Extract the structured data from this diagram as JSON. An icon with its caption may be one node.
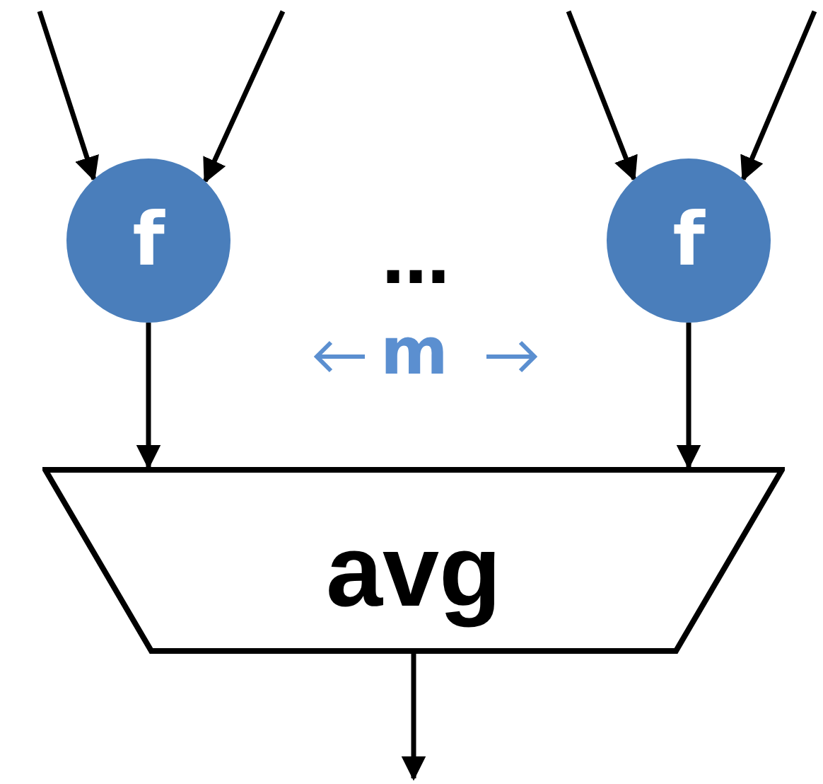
{
  "diagram": {
    "nodes": [
      {
        "text": [
          "f"
        ]
      },
      {
        "text": [
          "f"
        ]
      },
      {
        "text": [
          "avg"
        ]
      }
    ],
    "edges": [
      {
        "from": null,
        "to": 0,
        "arrow": "to"
      },
      {
        "from": null,
        "to": 0,
        "arrow": "to"
      },
      {
        "from": null,
        "to": 1,
        "arrow": "to"
      },
      {
        "from": null,
        "to": 1,
        "arrow": "to"
      },
      {
        "from": 0,
        "to": 2,
        "arrow": "to"
      },
      {
        "from": 1,
        "to": 2,
        "arrow": "to"
      },
      {
        "from": 2,
        "to": null,
        "arrow": "to"
      }
    ],
    "labels": [
      "…",
      "m"
    ]
  }
}
